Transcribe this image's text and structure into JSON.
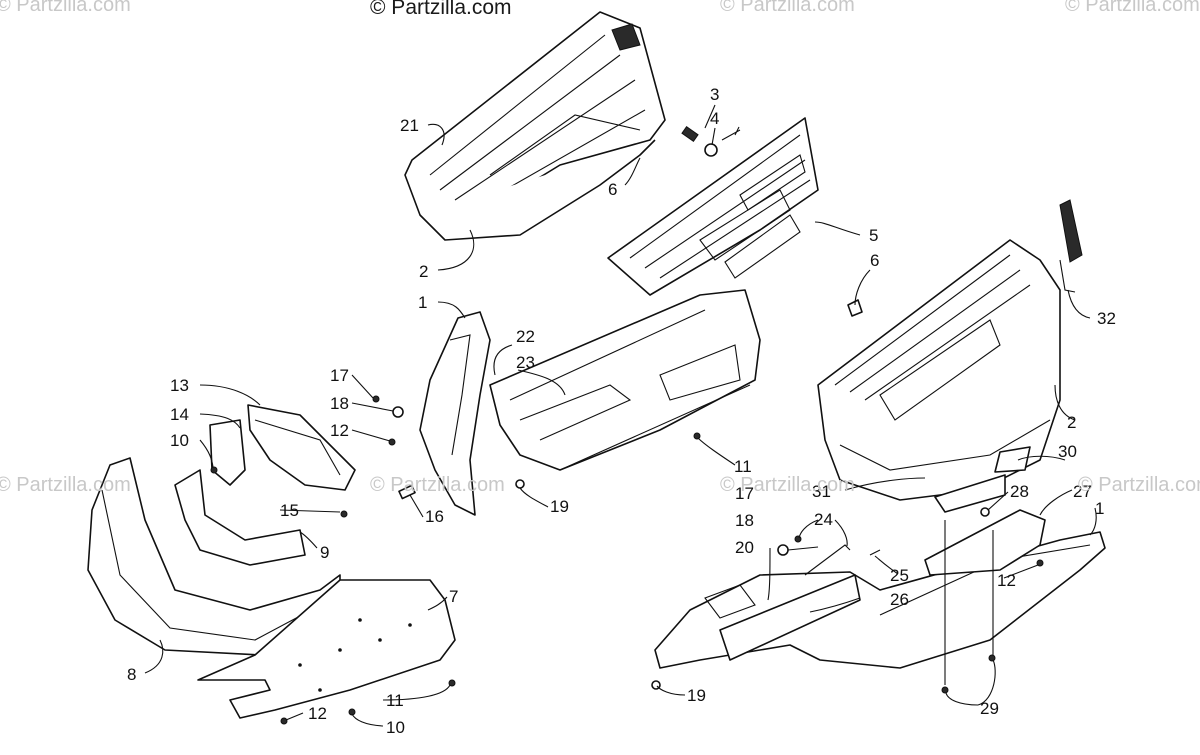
{
  "watermarks": {
    "main": "© Partzilla.com",
    "faint": "© Partzilla.com"
  },
  "callouts": [
    "1",
    "2",
    "3",
    "4",
    "5",
    "6",
    "7",
    "8",
    "9",
    "10",
    "11",
    "12",
    "13",
    "14",
    "15",
    "16",
    "17",
    "18",
    "19",
    "20",
    "21",
    "22",
    "23",
    "24",
    "25",
    "26",
    "27",
    "28",
    "29",
    "30",
    "31",
    "32"
  ],
  "parts": {
    "hood_left": "hood-shell-upper",
    "hood_grille": "hood-panel-center",
    "hood_right": "hood-shell-right",
    "belly_pan_left": "belly-pan-left",
    "belly_pan_right": "belly-pan-right",
    "nose_bumper": "nose-bumper",
    "skid_plate": "skid-plate",
    "side_bracket": "side-bracket",
    "small_clips": "clip-hardware"
  }
}
